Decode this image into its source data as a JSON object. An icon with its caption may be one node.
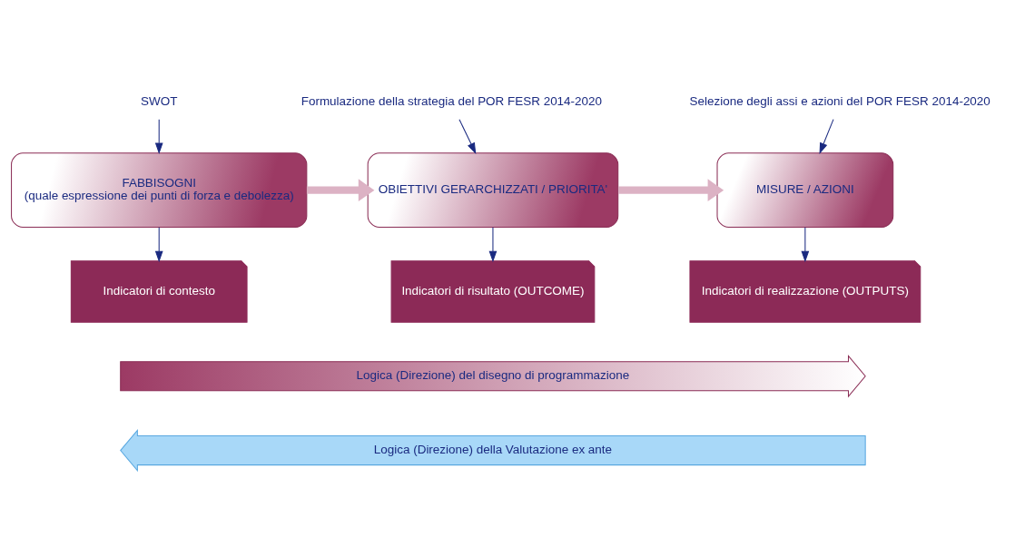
{
  "diagram": {
    "nodes": [
      {
        "text": [
          "SWOT"
        ]
      },
      {
        "text": [
          "Formulazione della strategia del POR FESR 2014-2020"
        ]
      },
      {
        "text": [
          "Selezione degli assi e azioni del POR FESR 2014-2020"
        ]
      },
      {
        "text": [
          "FABBISOGNI",
          "(quale espressione dei punti di forza e debolezza)"
        ]
      },
      {
        "text": [
          "OBIETTIVI GERARCHIZZATI / PRIORITA'"
        ]
      },
      {
        "text": [
          "MISURE / AZIONI"
        ]
      },
      {
        "text": [
          "Indicatori di contesto"
        ]
      },
      {
        "text": [
          "Indicatori di risultato (OUTCOME)"
        ]
      },
      {
        "text": [
          "Indicatori di realizzazione (OUTPUTS)"
        ]
      },
      {
        "text": [
          "Logica (Direzione) del disegno di programmazione"
        ]
      },
      {
        "text": [
          "Logica (Direzione) della Valutazione ex ante"
        ]
      }
    ],
    "edges": [
      {
        "from": 0,
        "to": 3,
        "arrow": "to"
      },
      {
        "from": 1,
        "to": 4,
        "arrow": "to"
      },
      {
        "from": 2,
        "to": 5,
        "arrow": "to"
      },
      {
        "from": 3,
        "to": 4,
        "arrow": "to",
        "style": "thick",
        "color": "#dcb2c4"
      },
      {
        "from": 4,
        "to": 5,
        "arrow": "to",
        "style": "thick",
        "color": "#dcb2c4"
      },
      {
        "from": 3,
        "to": 6,
        "arrow": "to"
      },
      {
        "from": 4,
        "to": 7,
        "arrow": "to"
      },
      {
        "from": 5,
        "to": 8,
        "arrow": "to"
      }
    ]
  }
}
